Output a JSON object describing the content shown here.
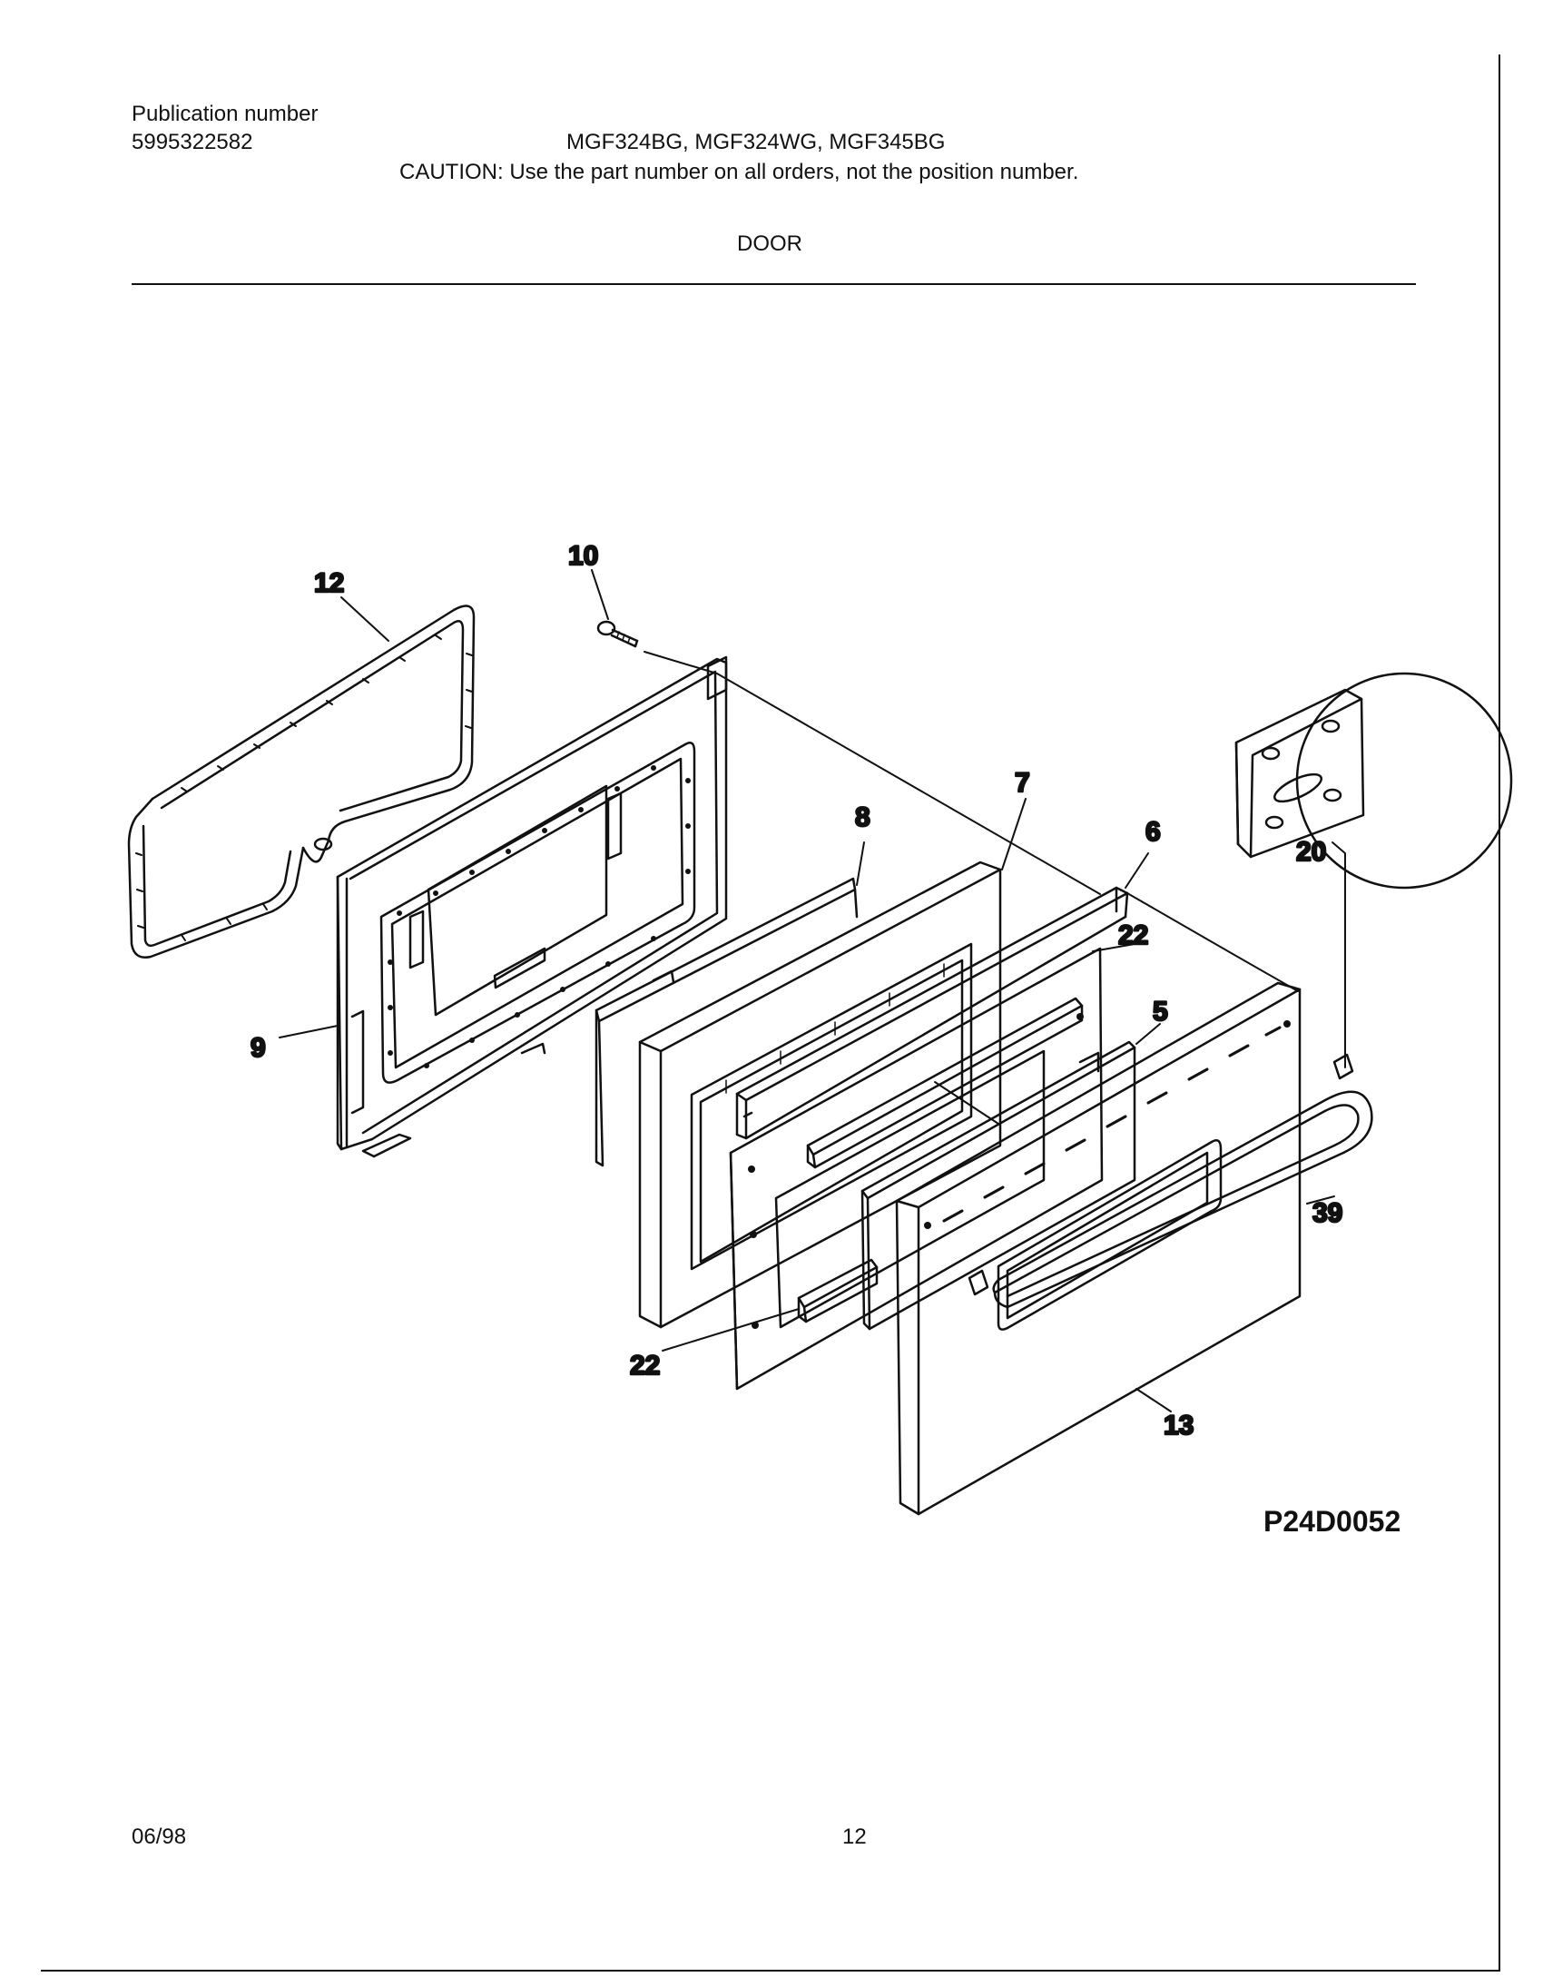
{
  "header": {
    "publication_label": "Publication number",
    "publication_number": "5995322582",
    "models": "MGF324BG, MGF324WG, MGF345BG",
    "caution": "CAUTION:  Use the part number on all orders, not the position number.",
    "section_title": "DOOR"
  },
  "diagram": {
    "reference_code": "P24D0052",
    "callouts": {
      "c12": "12",
      "c10": "10",
      "c9": "9",
      "c8": "8",
      "c7": "7",
      "c6": "6",
      "c22a": "22",
      "c5": "5",
      "c20": "20",
      "c39": "39",
      "c22b": "22",
      "c13": "13"
    }
  },
  "footer": {
    "date": "06/98",
    "page_number": "12"
  }
}
